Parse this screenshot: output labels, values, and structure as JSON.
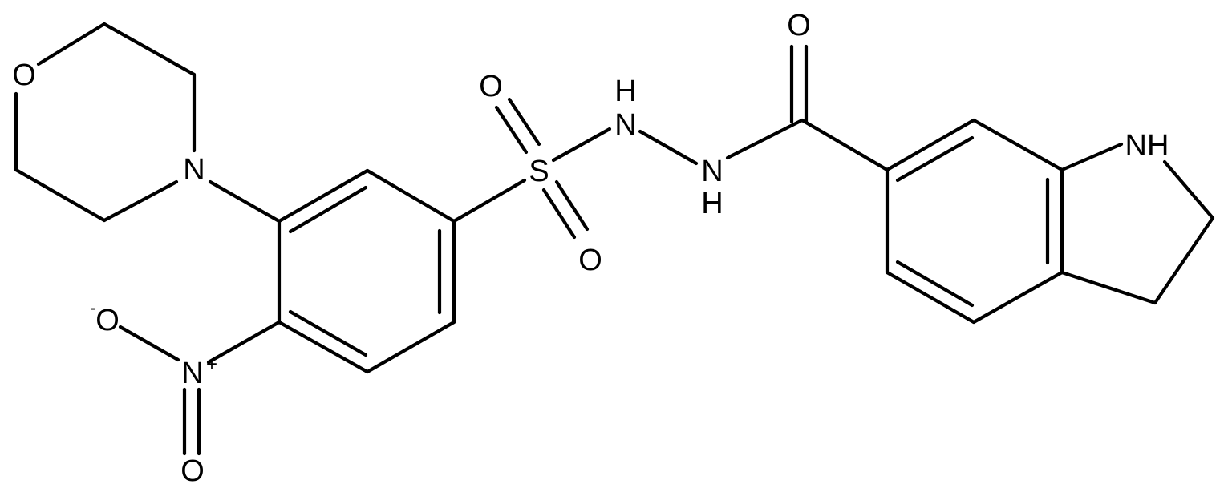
{
  "labels": {
    "morpholine_o": "O",
    "morpholine_n": "N",
    "sulfonyl_s": "S",
    "sulfonyl_o_top": "O",
    "sulfonyl_o_bottom": "O",
    "nh1_h": "H",
    "nh1_n": "N",
    "nh2_n": "N",
    "nh2_h": "H",
    "carbonyl_o": "O",
    "nitro_n": "N",
    "nitro_n_charge": "+",
    "nitro_o_minus": "O",
    "nitro_o_minus_charge": "-",
    "nitro_o_bottom": "O",
    "indoline_n": "N",
    "indoline_h": "H"
  }
}
